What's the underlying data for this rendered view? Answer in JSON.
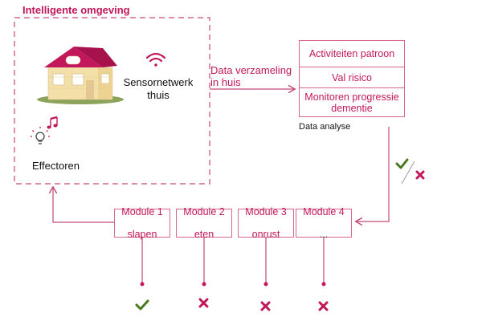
{
  "environment": {
    "title": "Intelligente omgeving"
  },
  "sensor": {
    "label_line1": "Sensornetwerk",
    "label_line2": "thuis"
  },
  "effectors": {
    "label": "Effectoren"
  },
  "flow": {
    "label_line1": "Data verzameling",
    "label_line2": "in huis"
  },
  "analysis": {
    "items": [
      "Activiteiten patroon",
      "Val risico",
      "Monitoren progressie dementie"
    ],
    "label": "Data analyse"
  },
  "modules": [
    {
      "title": "Module 1",
      "subtitle": "slapen",
      "result": "check"
    },
    {
      "title": "Module 2",
      "subtitle": "eten",
      "result": "cross"
    },
    {
      "title": "Module 3",
      "subtitle": "onrust",
      "result": "cross"
    },
    {
      "title": "Module 4",
      "subtitle": "...",
      "result": "cross"
    }
  ],
  "colors": {
    "accent": "#c2185b",
    "check": "#4a7a1e",
    "line": "#c44a7a",
    "house_wall": "#f3dfa8",
    "house_roof": "#c2185b"
  },
  "icons": [
    "house-icon",
    "wifi-icon",
    "lightbulb-icon",
    "music-note-icon",
    "check-icon",
    "cross-icon"
  ]
}
